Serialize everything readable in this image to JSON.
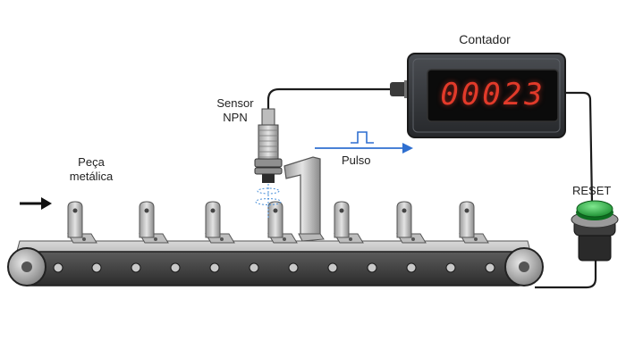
{
  "counter": {
    "title": "Contador",
    "value": "00023",
    "digit_color": "#e23a2a"
  },
  "sensor": {
    "label_line1": "Sensor",
    "label_line2": "NPN"
  },
  "workpiece": {
    "label_line1": "Peça",
    "label_line2": "metálica"
  },
  "signal": {
    "label": "Pulso",
    "color": "#2f6fd0"
  },
  "reset_button": {
    "label": "RESET",
    "color": "#1fa83a"
  },
  "icons": [
    "flow-direction-arrow-icon",
    "pulse-waveform-icon"
  ]
}
